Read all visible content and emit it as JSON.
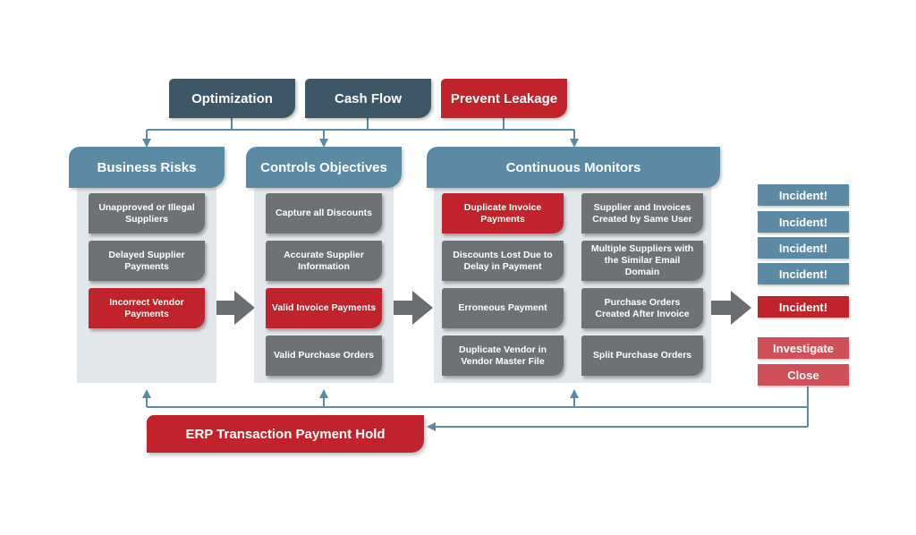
{
  "top_tabs": [
    "Optimization",
    "Cash Flow",
    "Prevent Leakage"
  ],
  "columns": {
    "business_risks": {
      "title": "Business Risks",
      "items": [
        "Unapproved or Illegal Suppliers",
        "Delayed Supplier Payments",
        "Incorrect Vendor Payments"
      ]
    },
    "controls_objectives": {
      "title": "Controls Objectives",
      "items": [
        "Capture all Discounts",
        "Accurate Supplier Information",
        "Valid Invoice Payments",
        "Valid Purchase Orders"
      ]
    },
    "continuous_monitors": {
      "title": "Continuous Monitors",
      "items": [
        "Duplicate Invoice Payments",
        "Supplier and Invoices Created by Same User",
        "Discounts Lost Due to Delay in Payment",
        "Multiple Suppliers with the Similar Email Domain",
        "Erroneous Payment",
        "Purchase Orders Created After Invoice",
        "Duplicate Vendor in Vendor Master File",
        "Split Purchase Orders"
      ]
    }
  },
  "incidents": [
    "Incident!",
    "Incident!",
    "Incident!",
    "Incident!",
    "Incident!"
  ],
  "actions": {
    "investigate": "Investigate",
    "close": "Close"
  },
  "erp": "ERP Transaction Payment Hold",
  "colors": {
    "navy": "#3e5666",
    "red": "#c0232c",
    "steel_blue": "#5a8aa4",
    "gray": "#6f7274",
    "panel": "#e2e7eb",
    "light_red": "#d0505a",
    "arrow": "#6b6e71",
    "connector": "#5a8aa4"
  }
}
